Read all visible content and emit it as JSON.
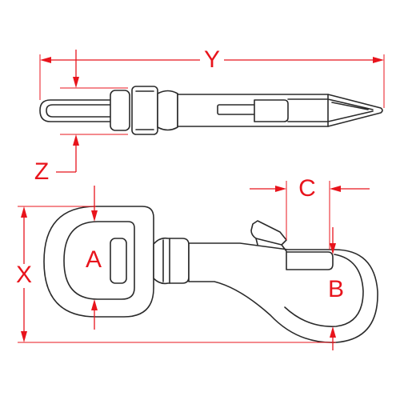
{
  "diagram": {
    "labels": {
      "y": "Y",
      "z": "Z",
      "c": "C",
      "x": "X",
      "a": "A",
      "b": "B"
    },
    "colors": {
      "dimension": "#e8141c",
      "outline": "#2a2a2a",
      "background": "#ffffff"
    }
  }
}
